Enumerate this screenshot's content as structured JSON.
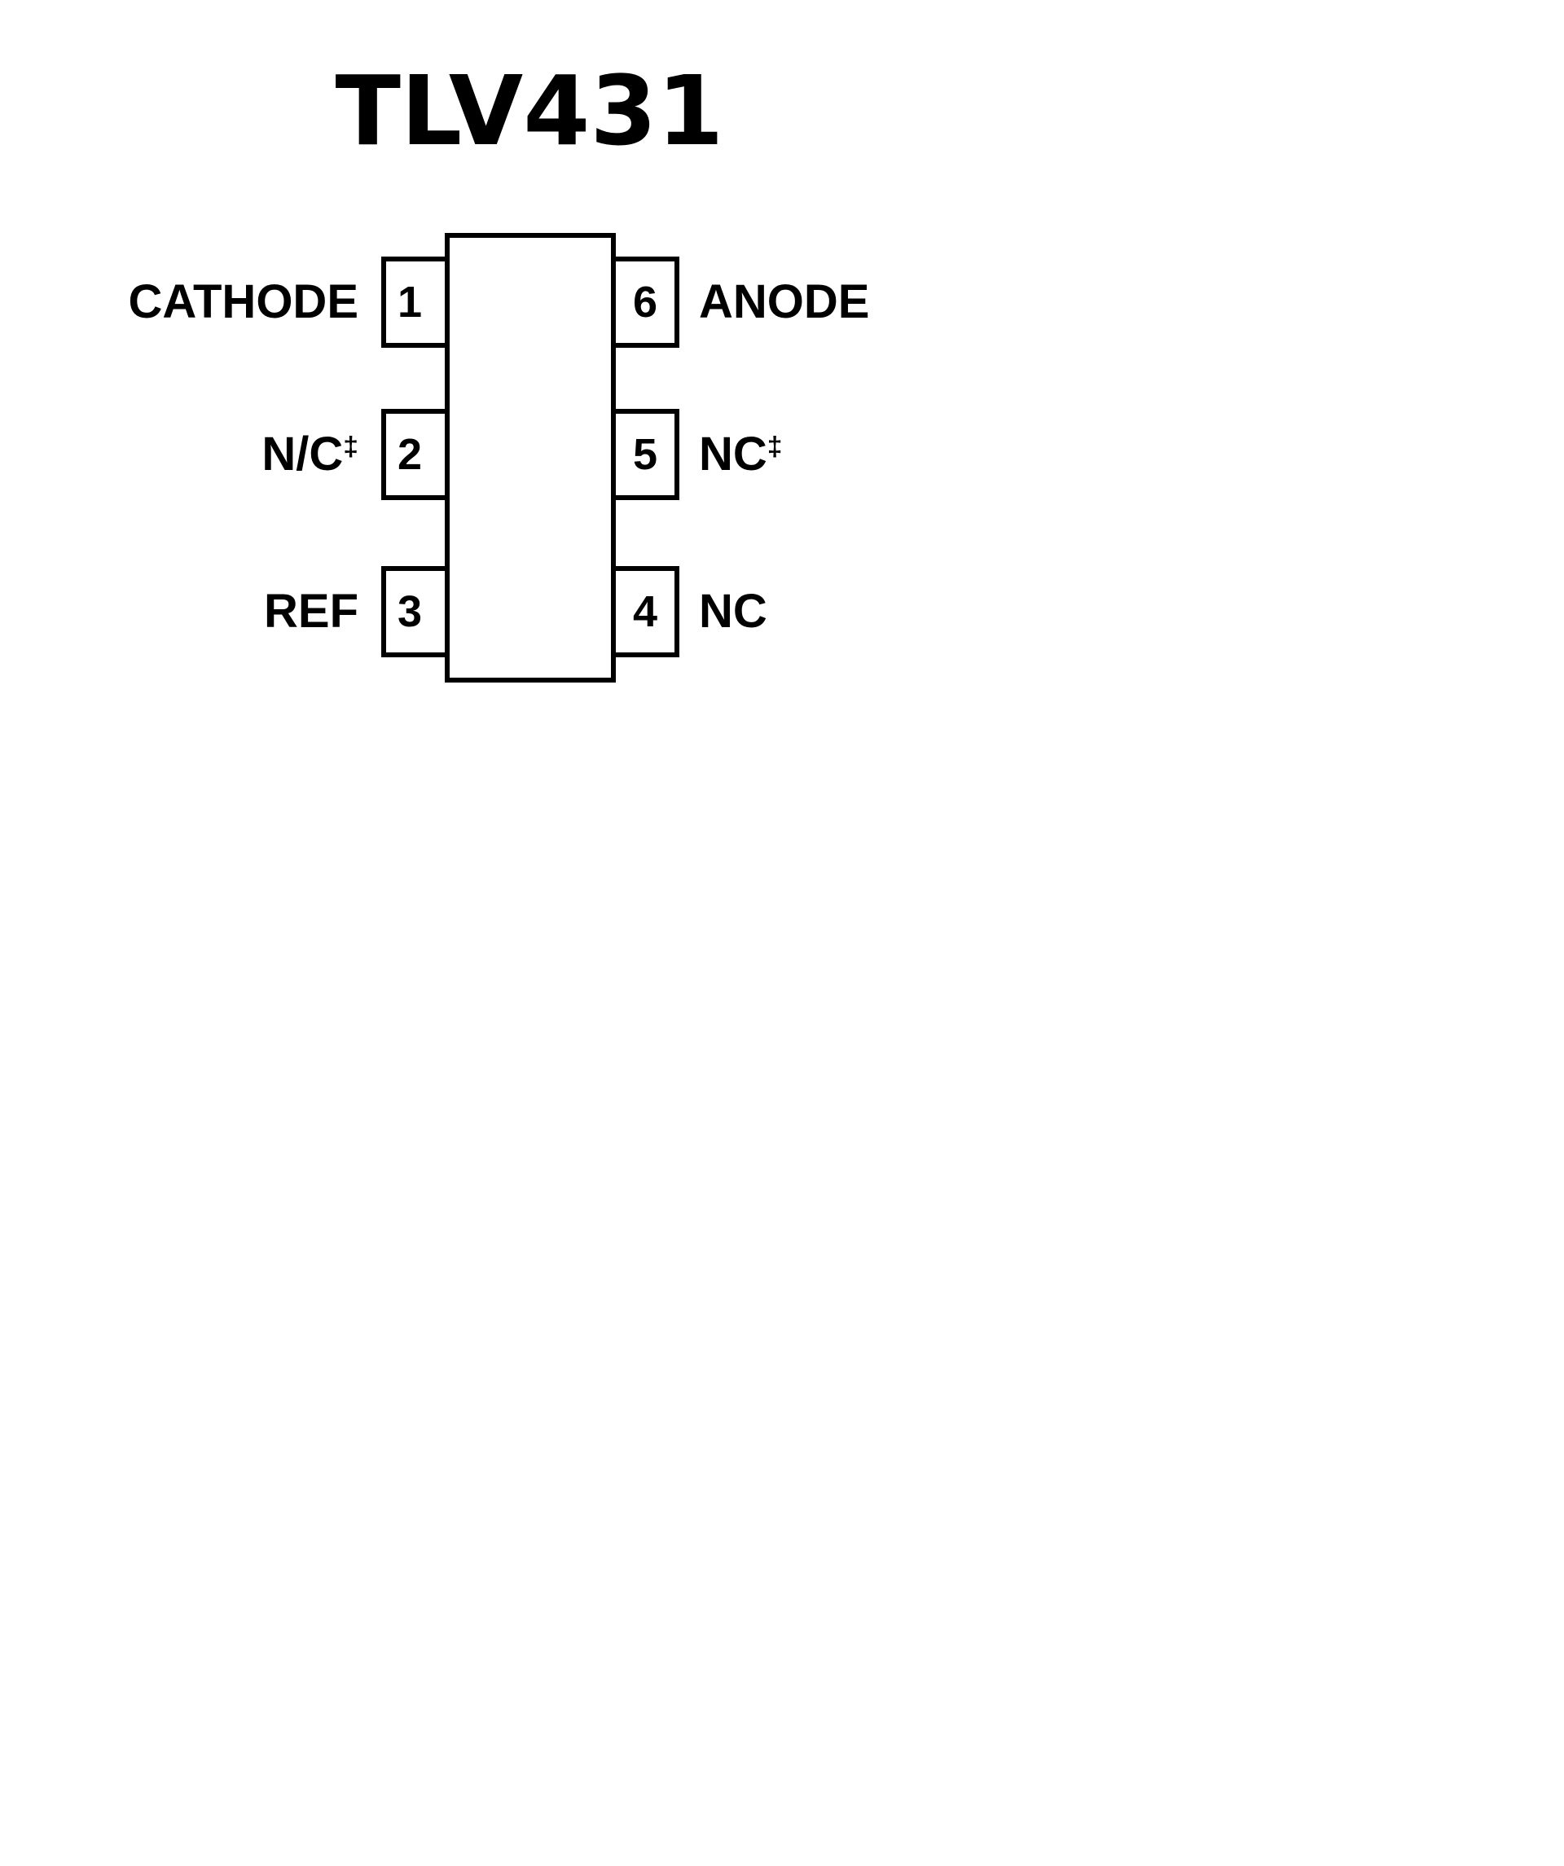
{
  "title": "TLV431",
  "colors": {
    "background": "#ffffff",
    "line": "#000000",
    "text": "#000000"
  },
  "package": {
    "pin_count": 6,
    "body_shape": "rectangle"
  },
  "pins": {
    "left": [
      {
        "number": "1",
        "label": "CATHODE",
        "sup": ""
      },
      {
        "number": "2",
        "label": "N/C",
        "sup": "‡"
      },
      {
        "number": "3",
        "label": "REF",
        "sup": ""
      }
    ],
    "right": [
      {
        "number": "6",
        "label": "ANODE",
        "sup": ""
      },
      {
        "number": "5",
        "label": "NC",
        "sup": "‡"
      },
      {
        "number": "4",
        "label": "NC",
        "sup": ""
      }
    ]
  }
}
